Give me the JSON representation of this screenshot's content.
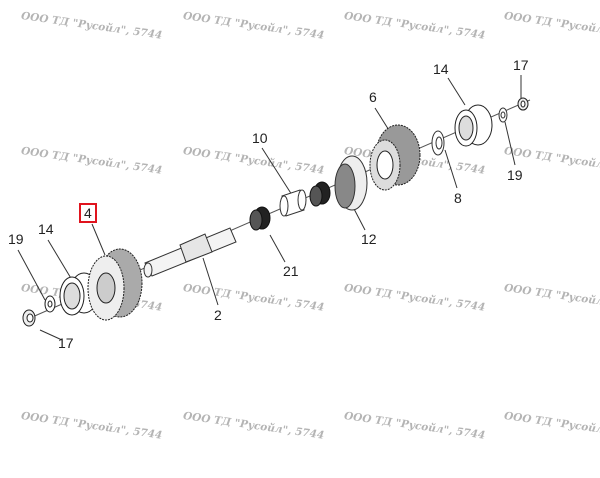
{
  "watermark": "ООО ТД \"Русойл\", 5744",
  "highlight_color": "#e0141e",
  "callouts": [
    {
      "number": "4",
      "part": "gear",
      "highlighted": true
    },
    {
      "number": "19",
      "part": "washer-left"
    },
    {
      "number": "14",
      "part": "bearing-left"
    },
    {
      "number": "17",
      "part": "ring-left"
    },
    {
      "number": "2",
      "part": "shaft"
    },
    {
      "number": "21",
      "part": "needle-bearing"
    },
    {
      "number": "10",
      "part": "bushing"
    },
    {
      "number": "12",
      "part": "clutch-ring"
    },
    {
      "number": "6",
      "part": "gear-right"
    },
    {
      "number": "8",
      "part": "washer"
    },
    {
      "number": "14",
      "part": "bearing-right"
    },
    {
      "number": "17",
      "part": "ring-right"
    },
    {
      "number": "19",
      "part": "washer-right"
    }
  ]
}
